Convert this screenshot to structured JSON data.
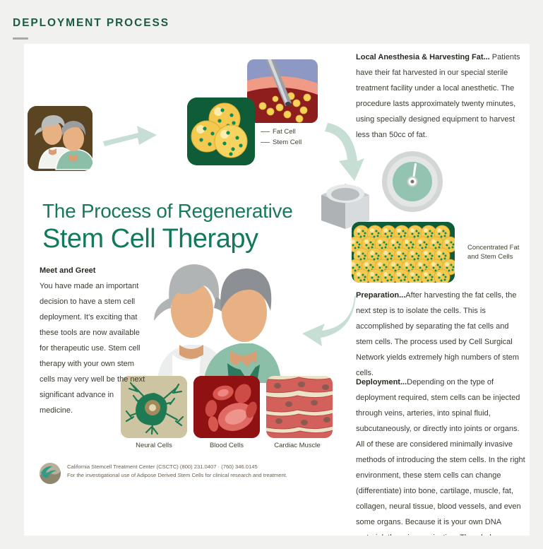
{
  "page": {
    "title": "DEPLOYMENT PROCESS",
    "accent_green": "#1d5b45",
    "card_background": "#ffffff",
    "page_background": "#f1f2f0"
  },
  "infographic": {
    "title_line1": "The Process of Regenerative",
    "title_line2": "Stem Cell Therapy",
    "title_color": "#12795a"
  },
  "left_column": {
    "heading": "Meet and Greet",
    "body": "You have made an important decision to have a stem cell deployment. It's exciting that these tools are now available for therapeutic use. Stem cell therapy with your own stem cells may very well be the next significant advance in medicine."
  },
  "right_column": {
    "paragraphs": [
      {
        "lead": "Local Anesthesia & Harvesting Fat...",
        "body": " Patients have their fat harvested in our special sterile treatment facility under a local anesthetic. The procedure lasts approximately twenty minutes, using specially designed equipment to harvest less than 50cc of fat."
      },
      {
        "lead": "Preparation...",
        "body": "After harvesting the fat cells, the next step is to isolate the cells. This is accomplished by separating the fat cells and stem cells. The process used by Cell Surgical Network yields extremely high numbers of stem cells."
      },
      {
        "lead": "Deployment...",
        "body": "Depending on the type of deployment required, stem cells can be injected through veins, arteries, into spinal fluid, subcutaneously, or directly into joints or organs. All of these are considered minimally invasive methods of introducing the stem cells. In the right environment, these stem cells can change (differentiate) into bone, cartilage, muscle, fat, collagen, neural tissue, blood vessels, and even some organs. Because it is your own DNA material, there is no rejection. The whole process takes less than three hours."
      }
    ]
  },
  "diagram_labels": {
    "fat_cell": "Fat Cell",
    "stem_cell": "Stem Cell",
    "concentrated": "Concentrated Fat and Stem Cells"
  },
  "cell_types": [
    {
      "label": "Neural Cells",
      "color": "#c9c09d"
    },
    {
      "label": "Blood Cells",
      "color": "#9d1212"
    },
    {
      "label": "Cardiac Muscle",
      "color": "#e6ddc0"
    }
  ],
  "footer": {
    "line1": "California Stemcell Treatment Center (CSCTC)   (800) 231.0407 · (760) 346.0145",
    "line2": "For the investigational use of Adipose Derived Stem Cells for clinical research and treatment."
  }
}
